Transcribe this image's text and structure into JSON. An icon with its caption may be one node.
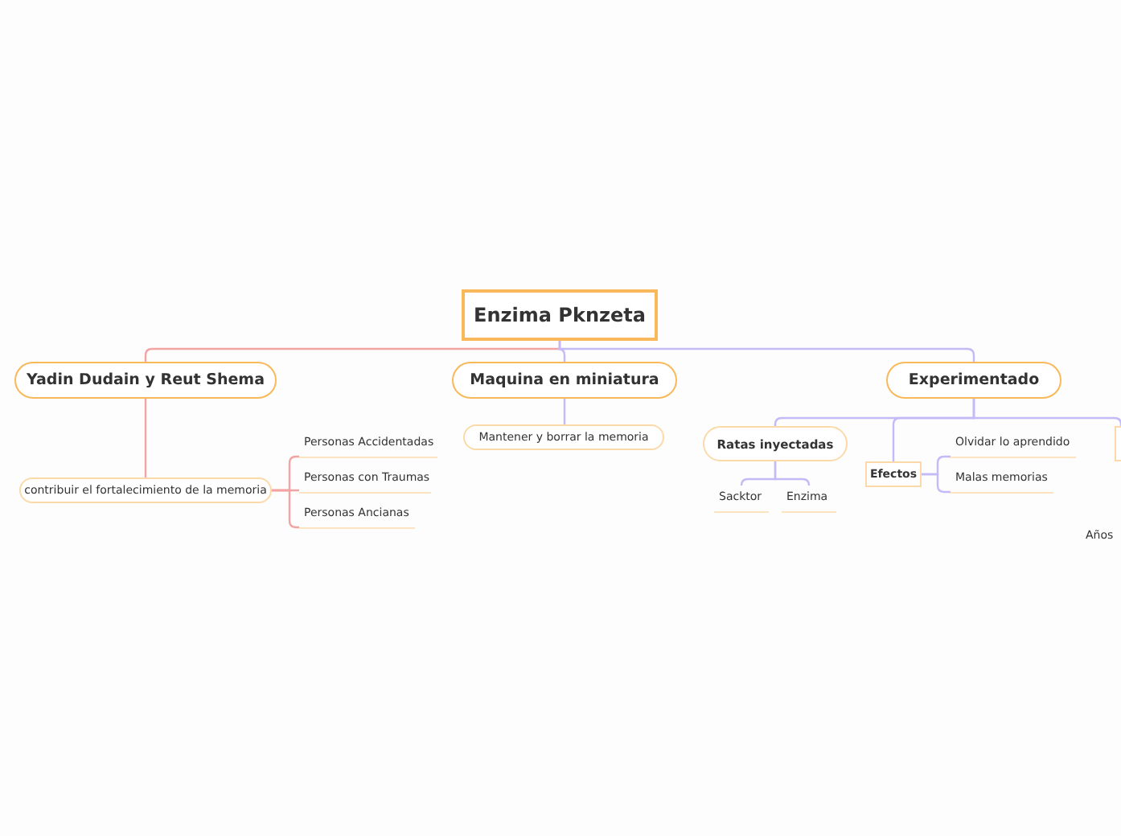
{
  "diagram": {
    "nodes": [
      {
        "text": [
          "Enzima Pknzeta"
        ]
      },
      {
        "text": [
          "Yadin Dudain y Reut Shema"
        ]
      },
      {
        "text": [
          "contribuir el fortalecimiento de la memoria"
        ]
      },
      {
        "text": [
          "Personas Accidentadas"
        ]
      },
      {
        "text": [
          "Personas con Traumas"
        ]
      },
      {
        "text": [
          "Personas Ancianas"
        ]
      },
      {
        "text": [
          "Maquina en miniatura"
        ]
      },
      {
        "text": [
          "Mantener y borrar la memoria"
        ]
      },
      {
        "text": [
          "Experimentado"
        ]
      },
      {
        "text": [
          "Ratas inyectadas"
        ]
      },
      {
        "text": [
          "Sacktor"
        ]
      },
      {
        "text": [
          "Enzima"
        ]
      },
      {
        "text": [
          "Efectos"
        ]
      },
      {
        "text": [
          "Olvidar lo aprendido"
        ]
      },
      {
        "text": [
          "Malas memorias"
        ]
      },
      {
        "text": [],
        "shape": "box"
      }
    ],
    "edges": [
      {
        "from": 0,
        "to": 1,
        "arrow": "none",
        "color": "#f4a3a3"
      },
      {
        "from": 1,
        "to": 2,
        "arrow": "none",
        "color": "#f4a3a3"
      },
      {
        "from": 2,
        "to": 3,
        "arrow": "none",
        "color": "#f4a3a3"
      },
      {
        "from": 2,
        "to": 4,
        "arrow": "none",
        "color": "#f4a3a3"
      },
      {
        "from": 2,
        "to": 5,
        "arrow": "none",
        "color": "#f4a3a3"
      },
      {
        "from": 0,
        "to": 6,
        "arrow": "none"
      },
      {
        "from": 6,
        "to": 7,
        "arrow": "none"
      },
      {
        "from": 0,
        "to": 8,
        "arrow": "none"
      },
      {
        "from": 8,
        "to": 9,
        "arrow": "none"
      },
      {
        "from": 9,
        "to": 10,
        "arrow": "none"
      },
      {
        "from": 9,
        "to": 11,
        "arrow": "none"
      },
      {
        "from": 8,
        "to": 12,
        "arrow": "none"
      },
      {
        "from": 12,
        "to": 13,
        "arrow": "none"
      },
      {
        "from": 12,
        "to": 14,
        "arrow": "none"
      },
      {
        "from": 8,
        "to": 15,
        "arrow": "none"
      }
    ],
    "labels": [
      "Años"
    ]
  }
}
